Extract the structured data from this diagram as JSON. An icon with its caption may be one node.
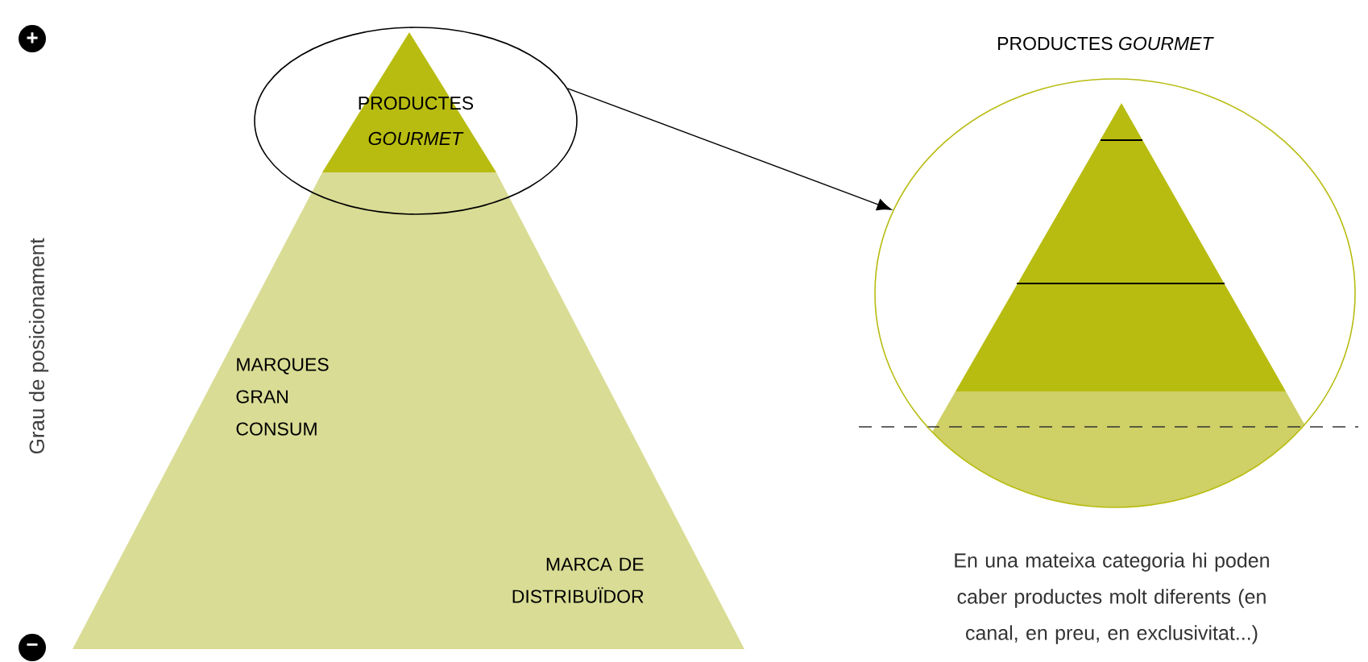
{
  "diagram": {
    "nodes": [
      {
        "text": [
          "PRODUCTES *GOURMET*"
        ]
      },
      {
        "text": [
          "PRODUCTES *GOURMET*"
        ]
      }
    ],
    "edges": [
      {
        "from": 0,
        "to": 1,
        "arrow": "to"
      }
    ],
    "labels": [
      "+",
      "−",
      "Grau de posicionament",
      "MARQUES GRAN CONSUM",
      "MARCA DE DISTRIBUÏDOR",
      "En una mateixa categoria hi poden caber productes molt diferents (en canal, en preu, en exclusivitat...)"
    ]
  }
}
